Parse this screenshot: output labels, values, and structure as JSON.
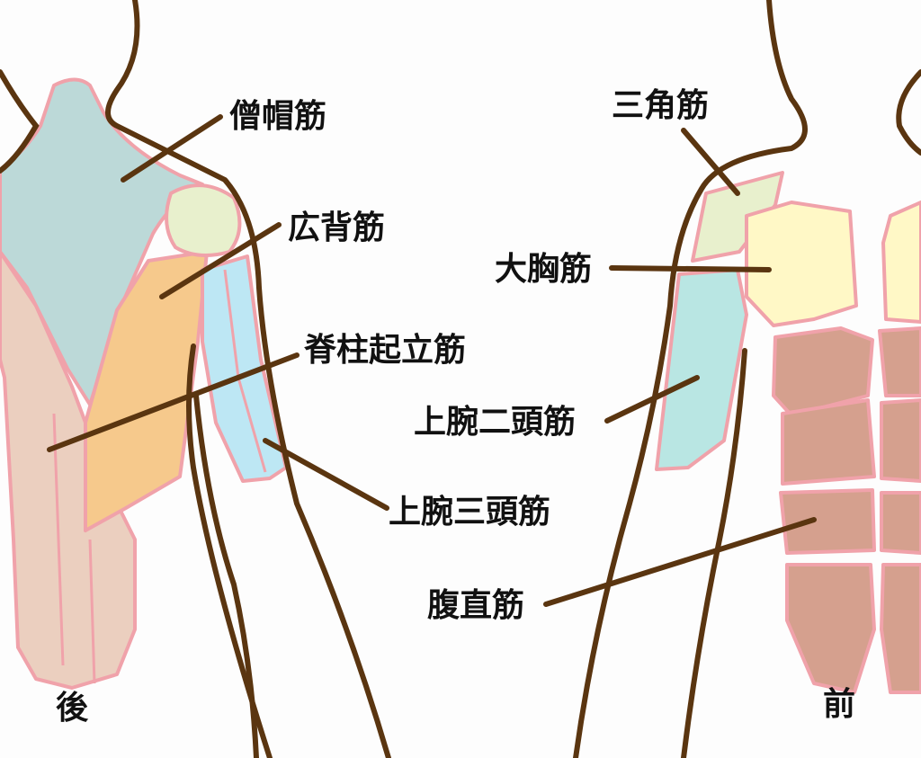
{
  "labels": {
    "trapezius": "僧帽筋",
    "latissimus": "広背筋",
    "erector_spinae": "脊柱起立筋",
    "triceps": "上腕三頭筋",
    "deltoid": "三角筋",
    "pectoralis": "大胸筋",
    "biceps": "上腕二頭筋",
    "rectus_abdominis": "腹直筋",
    "back_view": "後",
    "front_view": "前"
  },
  "colors": {
    "outline": "#5a3510",
    "muscle_border": "#f0a2aa",
    "trapezius": "#bcd9d8",
    "deltoid": "#e8f0cd",
    "latissimus": "#f6c98c",
    "erector_spinae": "#ebcfbf",
    "triceps": "#bde7f4",
    "pectoralis": "#fff8c6",
    "biceps": "#b9e6e3",
    "rectus_abdominis": "#d5a08e"
  }
}
